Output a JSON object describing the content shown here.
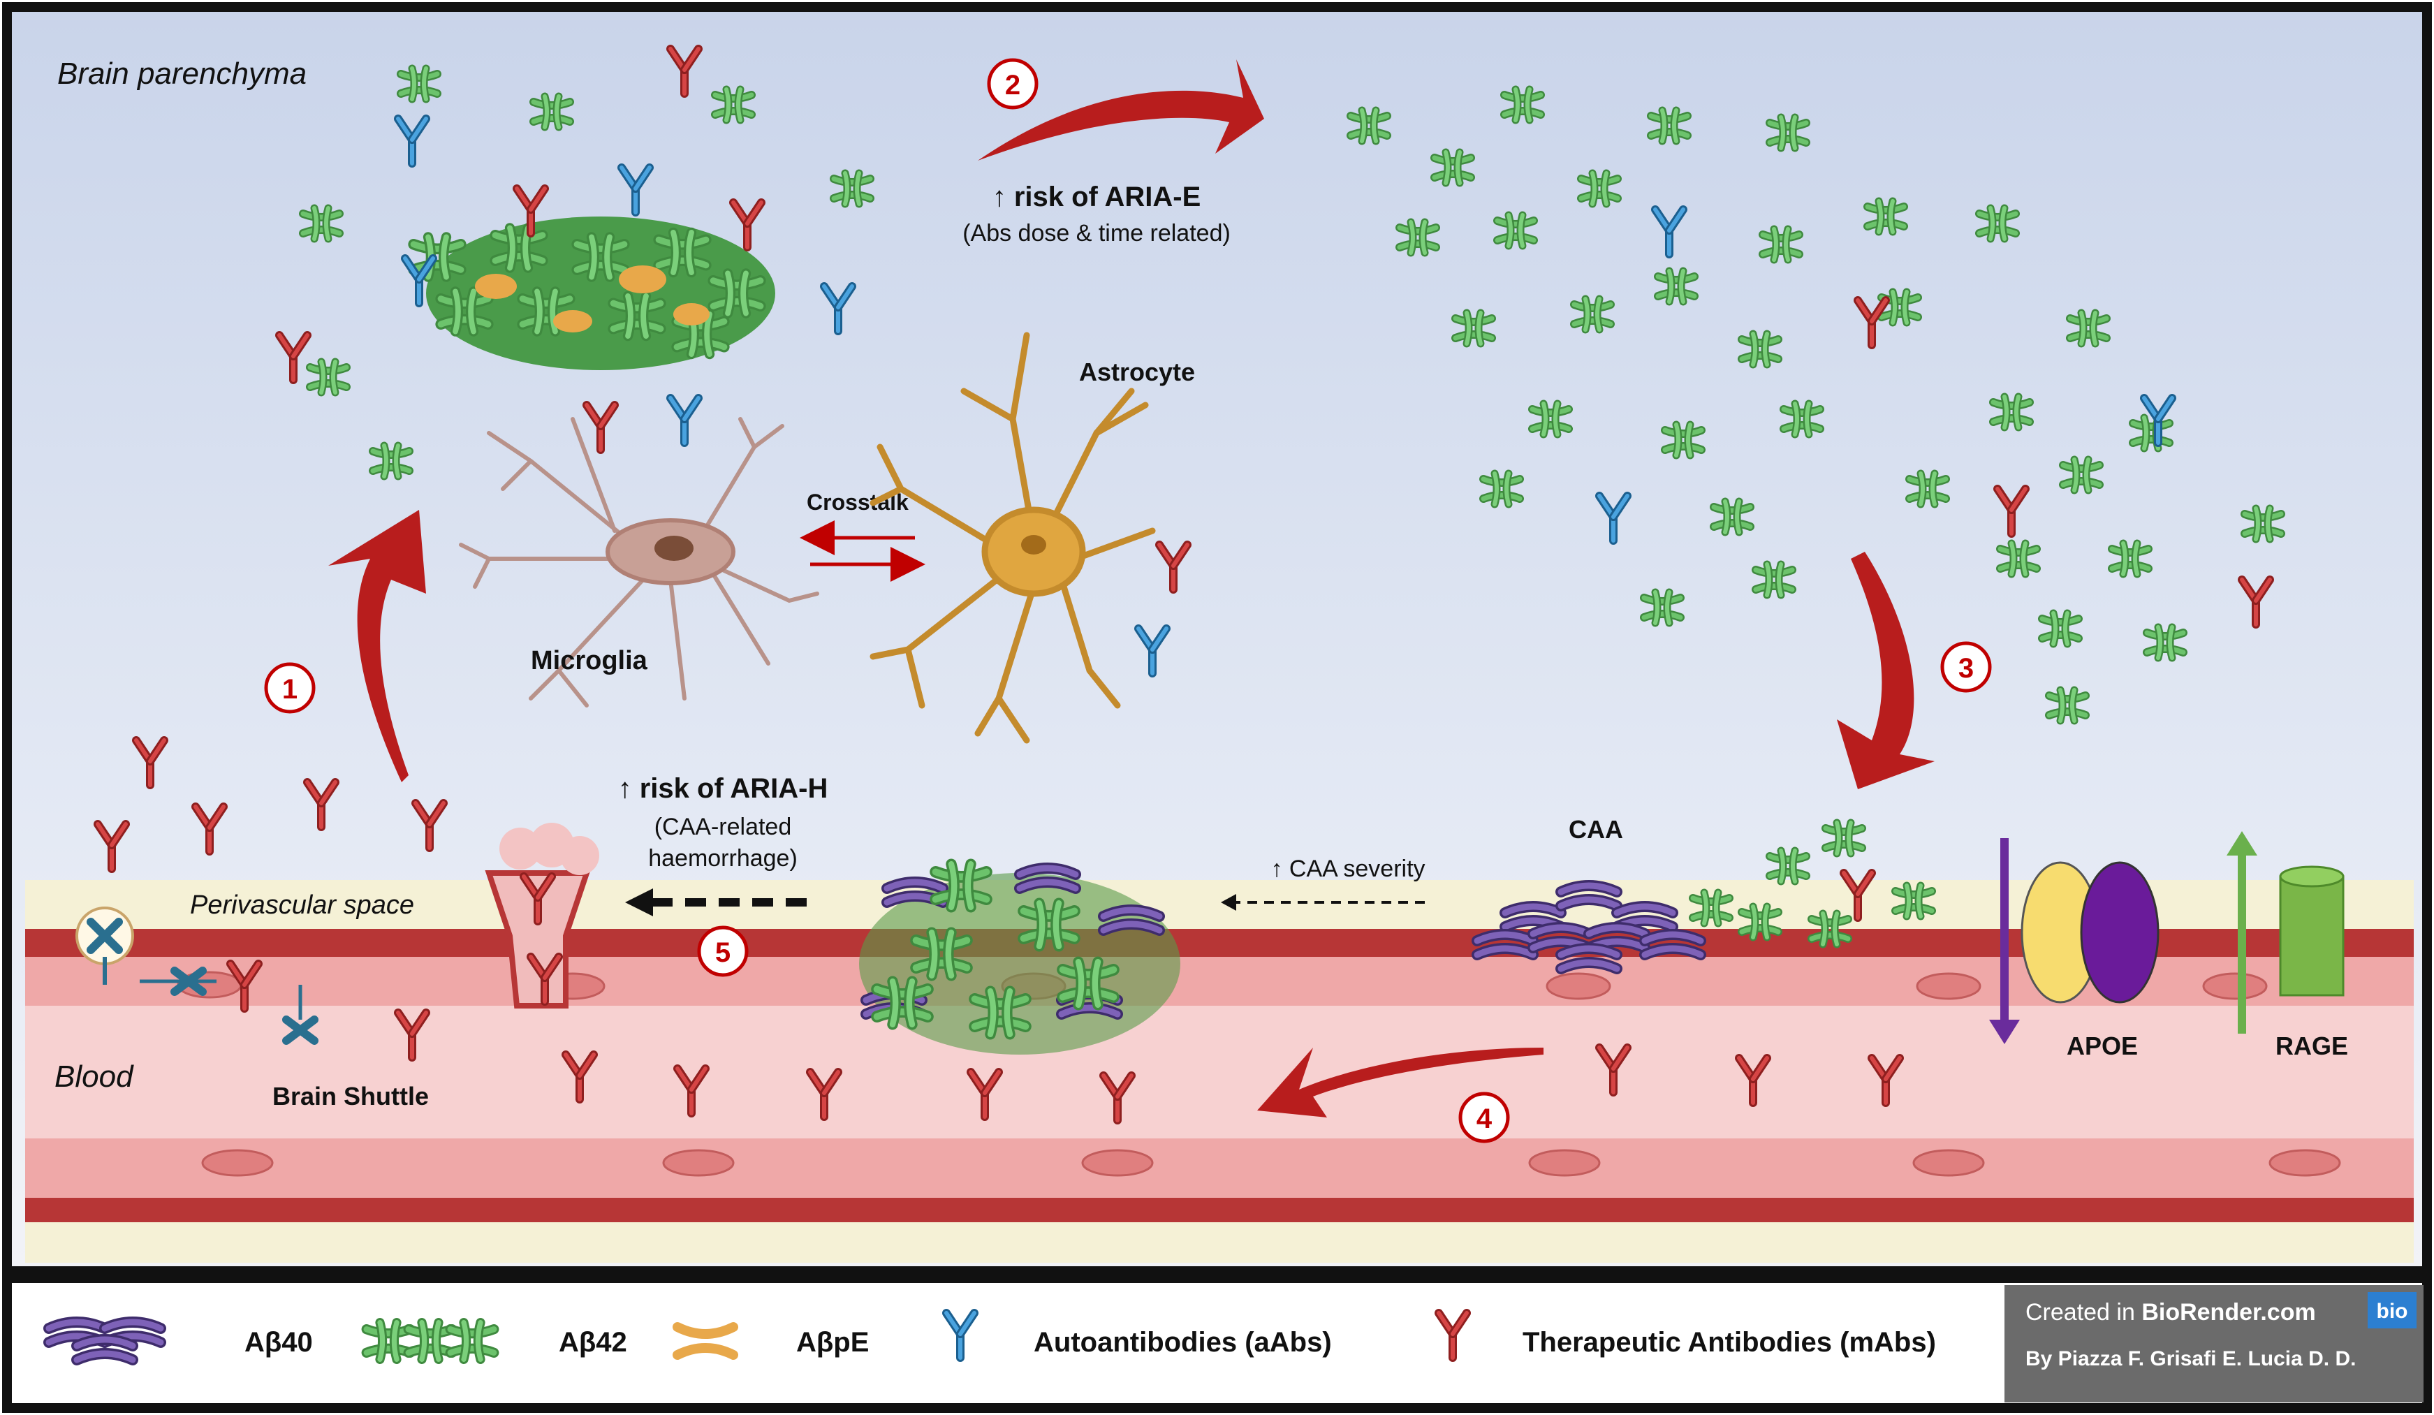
{
  "regions": {
    "brain_parenchyma": "Brain parenchyma",
    "perivascular_space": "Perivascular space",
    "blood": "Blood"
  },
  "cells": {
    "astrocyte": "Astrocyte",
    "microglia": "Microglia",
    "crosstalk": "Crosstalk",
    "brain_shuttle": "Brain Shuttle"
  },
  "steps": [
    "1",
    "2",
    "3",
    "4",
    "5"
  ],
  "annotations": {
    "aria_e_title": "↑ risk of ARIA-E",
    "aria_e_sub": "(Abs dose & time related)",
    "aria_h_title": "↑ risk of ARIA-H",
    "aria_h_sub1": "(CAA-related",
    "aria_h_sub2": "haemorrhage)",
    "caa_severity": "↑ CAA severity",
    "caa": "CAA",
    "apoe": "APOE",
    "rage": "RAGE"
  },
  "legend": {
    "ab40": "Aβ40",
    "ab42": "Aβ42",
    "abpe": "AβpE",
    "aabs": "Autoantibodies (aAbs)",
    "mabs": "Therapeutic Antibodies (mAbs)",
    "biorender_prefix": "Created in ",
    "biorender_site": "BioRender.com",
    "biorender_badge": "bio",
    "authors": "By Piazza F. Grisafi E. Lucia D. D."
  },
  "colors": {
    "therapeutic_antibody": "#c0392b",
    "autoantibody": "#2e86c1",
    "ab42": "#5cb85c",
    "ab40": "#6a4c9c",
    "abpe": "#e8a84a",
    "step_red": "#c00000",
    "vessel_wall": "#b23a3a",
    "blood": "#f6c9c9"
  }
}
